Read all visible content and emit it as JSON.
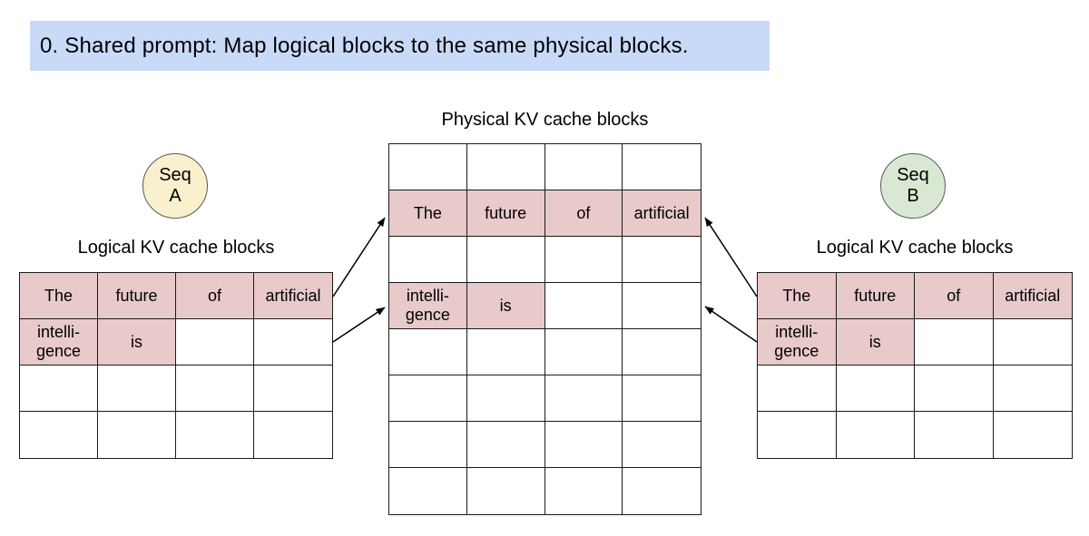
{
  "banner": {
    "text": "0. Shared prompt: Map logical blocks to the same physical blocks.",
    "bg_color": "#c9daf8"
  },
  "colors": {
    "filled_cell": "#e8caca",
    "seq_a_fill": "#f9f0cd",
    "seq_b_fill": "#d9e8d3",
    "border": "#1a1a1a"
  },
  "physical": {
    "title": "Physical KV cache blocks",
    "rows": 8,
    "cols": 4,
    "grid": [
      [
        "",
        "",
        "",
        ""
      ],
      [
        "The",
        "future",
        "of",
        "artificial"
      ],
      [
        "",
        "",
        "",
        ""
      ],
      [
        "intelli-\ngence",
        "is",
        "",
        ""
      ],
      [
        "",
        "",
        "",
        ""
      ],
      [
        "",
        "",
        "",
        ""
      ],
      [
        "",
        "",
        "",
        ""
      ],
      [
        "",
        "",
        "",
        ""
      ]
    ],
    "filled": [
      [
        false,
        false,
        false,
        false
      ],
      [
        true,
        true,
        true,
        true
      ],
      [
        false,
        false,
        false,
        false
      ],
      [
        true,
        true,
        false,
        false
      ],
      [
        false,
        false,
        false,
        false
      ],
      [
        false,
        false,
        false,
        false
      ],
      [
        false,
        false,
        false,
        false
      ],
      [
        false,
        false,
        false,
        false
      ]
    ]
  },
  "seq_a": {
    "circle_label": "Seq\nA",
    "section_label": "Logical KV cache blocks",
    "rows": 4,
    "cols": 4,
    "grid": [
      [
        "The",
        "future",
        "of",
        "artificial"
      ],
      [
        "intelli-\ngence",
        "is",
        "",
        ""
      ],
      [
        "",
        "",
        "",
        ""
      ],
      [
        "",
        "",
        "",
        ""
      ]
    ],
    "filled": [
      [
        true,
        true,
        true,
        true
      ],
      [
        true,
        true,
        false,
        false
      ],
      [
        false,
        false,
        false,
        false
      ],
      [
        false,
        false,
        false,
        false
      ]
    ]
  },
  "seq_b": {
    "circle_label": "Seq\nB",
    "section_label": "Logical KV cache blocks",
    "rows": 4,
    "cols": 4,
    "grid": [
      [
        "The",
        "future",
        "of",
        "artificial"
      ],
      [
        "intelli-\ngence",
        "is",
        "",
        ""
      ],
      [
        "",
        "",
        "",
        ""
      ],
      [
        "",
        "",
        "",
        ""
      ]
    ],
    "filled": [
      [
        true,
        true,
        true,
        true
      ],
      [
        true,
        true,
        false,
        false
      ],
      [
        false,
        false,
        false,
        false
      ],
      [
        false,
        false,
        false,
        false
      ]
    ]
  },
  "arrows": [
    {
      "from": "seq-a-logical-row-1",
      "to": "physical-row-2"
    },
    {
      "from": "seq-a-logical-row-2",
      "to": "physical-row-4"
    },
    {
      "from": "seq-b-logical-row-1",
      "to": "physical-row-2"
    },
    {
      "from": "seq-b-logical-row-2",
      "to": "physical-row-4"
    }
  ]
}
